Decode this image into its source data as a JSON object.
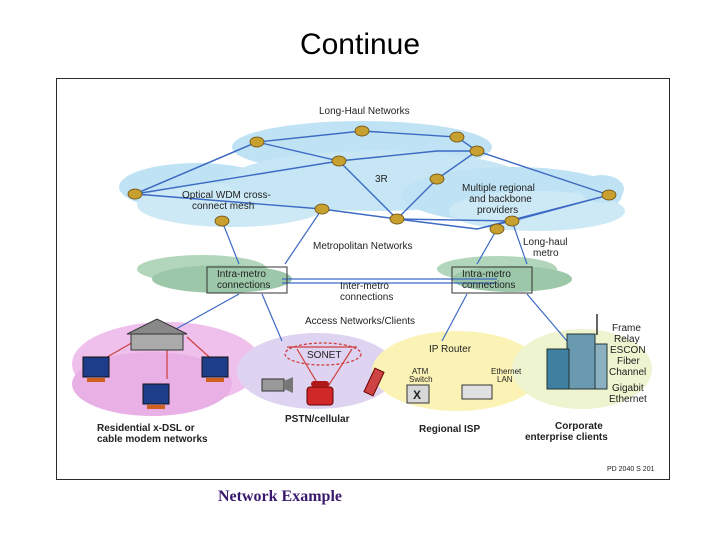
{
  "title": "Continue",
  "caption": "Network Example",
  "figure": {
    "long_haul": "Long-Haul Networks",
    "three_r": "3R",
    "optical_wdm": [
      "Optical WDM cross-",
      "connect mesh"
    ],
    "multiple_regional": [
      "Multiple regional",
      "and backbone",
      "providers"
    ],
    "long_haul_metro": [
      "Long-haul",
      "metro"
    ],
    "metropolitan": "Metropolitan Networks",
    "intra_metro_left": [
      "Intra-metro",
      "connections"
    ],
    "intra_metro_right": [
      "Intra-metro",
      "connections"
    ],
    "inter_metro": [
      "Inter-metro",
      "connections"
    ],
    "access": "Access Networks/Clients",
    "sonet": "SONET",
    "ip_router": "IP Router",
    "atm_switch": [
      "ATM",
      "Switch"
    ],
    "ethernet_lan": [
      "Ethernet",
      "LAN"
    ],
    "frame_relay": [
      "Frame",
      "Relay"
    ],
    "escon": "ESCON",
    "fiber_channel": [
      "Fiber",
      "Channel"
    ],
    "gigabit_ethernet": [
      "Gigabit",
      "Ethernet"
    ],
    "residential": [
      "Residential x-DSL or",
      "cable modem networks"
    ],
    "pstn": "PSTN/cellular",
    "regional_isp": "Regional ISP",
    "corporate": [
      "Corporate",
      "enterprise clients"
    ],
    "figure_id": "PD 2040 S 201"
  },
  "colors": {
    "cloud_blue": "#bfe3f4",
    "cloud_green": "#9cc7a8",
    "cloud_pink": "#efc0ec",
    "cloud_yellow": "#fbf3b6",
    "cloud_lav": "#ded3f0",
    "node": "#c8a030",
    "link": "#3c6ac4",
    "caption": "#3a1a6e"
  }
}
